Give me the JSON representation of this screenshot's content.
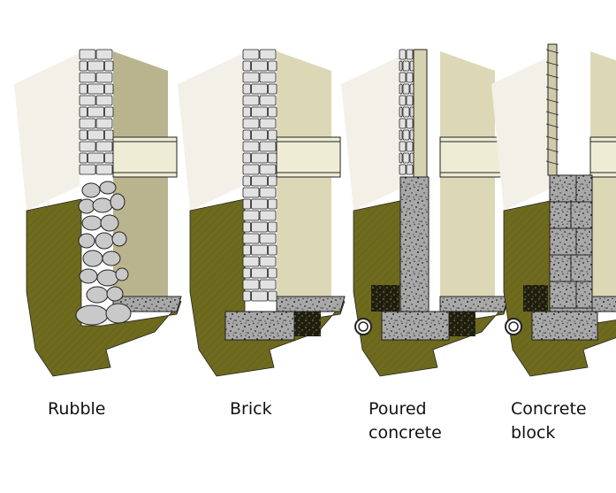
{
  "foundations": [
    {
      "id": "rubble",
      "label_lines": [
        "Rubble"
      ]
    },
    {
      "id": "brick",
      "label_lines": [
        "Brick"
      ]
    },
    {
      "id": "poured-concrete",
      "label_lines": [
        "Poured",
        "concrete"
      ]
    },
    {
      "id": "concrete-block",
      "label_lines": [
        "Concrete",
        "block"
      ]
    }
  ],
  "colors": {
    "soil": "#6e6a1e",
    "soil_hatch": "#4e4b10",
    "basement_wall_shadow": "#b9b48e",
    "basement_wall_light": "#dcd8b6",
    "exterior_sky": "#f3f1e7",
    "brick": "#e2e2e2",
    "concrete": "#a8a8a8",
    "floor_joist": "#efecd6",
    "gravel": "#2b2b18",
    "outline": "#222222"
  }
}
